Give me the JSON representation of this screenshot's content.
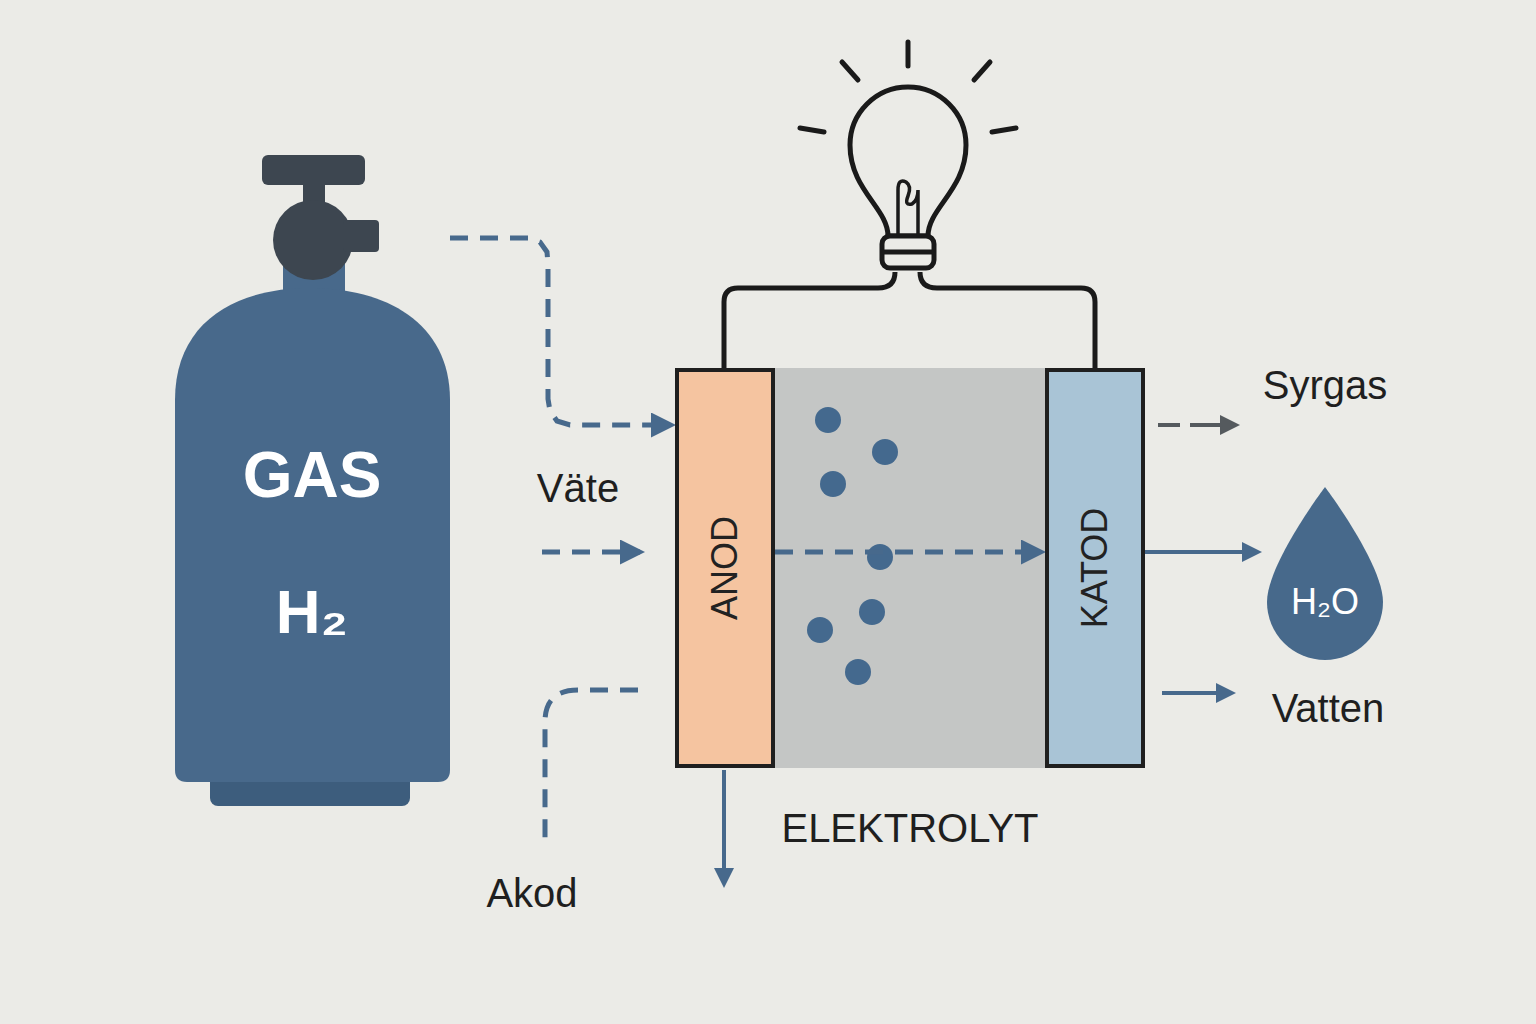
{
  "diagram": {
    "nodes": [
      {
        "text": [
          "GAS",
          "H₂"
        ]
      },
      {
        "text": [
          "ANOD"
        ]
      },
      {
        "text": [
          "ELEKTROLYT"
        ]
      },
      {
        "text": [
          "KATOD"
        ]
      },
      {
        "text": [
          "H₂O"
        ]
      }
    ],
    "edges": [
      {
        "from": 0,
        "to": 1,
        "arrow": "to"
      },
      {
        "from": 1,
        "to": 3,
        "arrow": "to"
      },
      {
        "from": 3,
        "to": 4,
        "arrow": "to"
      }
    ],
    "labels": [
      "Väte",
      "Syrgas",
      "Vatten",
      "Akod"
    ]
  }
}
